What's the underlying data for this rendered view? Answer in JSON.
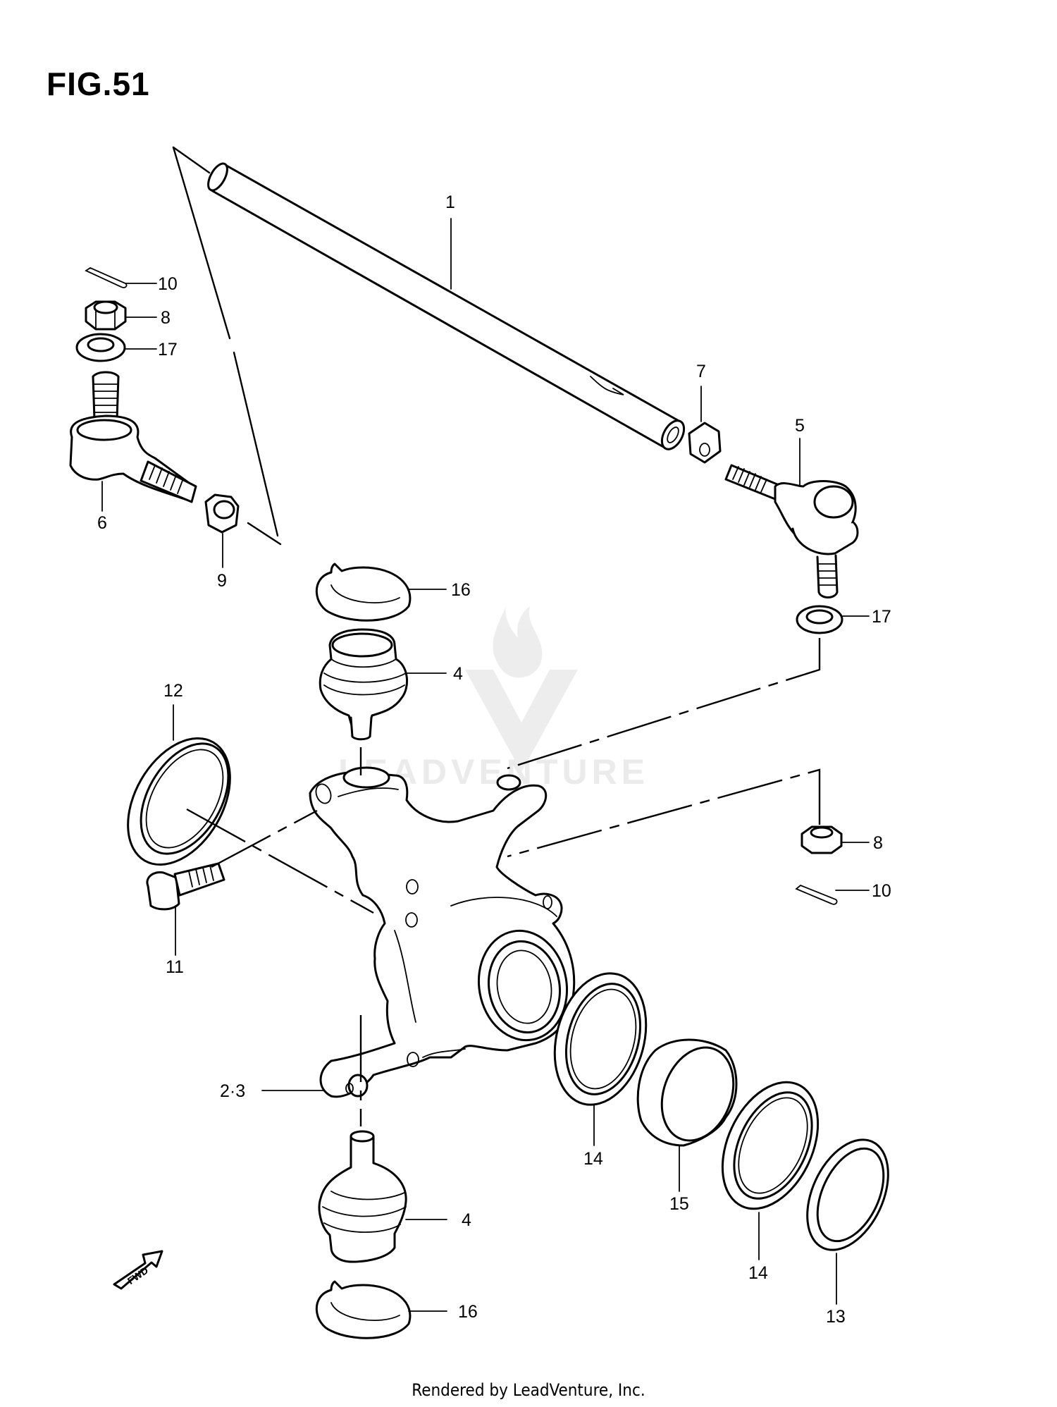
{
  "figure": {
    "title": "FIG.51",
    "footer": "Rendered by LeadVenture, Inc.",
    "watermark": "LEADVENTURE",
    "fwd_label": "FWD"
  },
  "callouts": {
    "c1": "1",
    "c23": "2·3",
    "c4_upper": "4",
    "c4_lower": "4",
    "c5": "5",
    "c6": "6",
    "c7": "7",
    "c8_left": "8",
    "c8_right": "8",
    "c9": "9",
    "c10_left": "10",
    "c10_right": "10",
    "c11": "11",
    "c12": "12",
    "c13": "13",
    "c14_a": "14",
    "c14_b": "14",
    "c15": "15",
    "c16_upper": "16",
    "c16_lower": "16",
    "c17_left": "17",
    "c17_right": "17"
  }
}
